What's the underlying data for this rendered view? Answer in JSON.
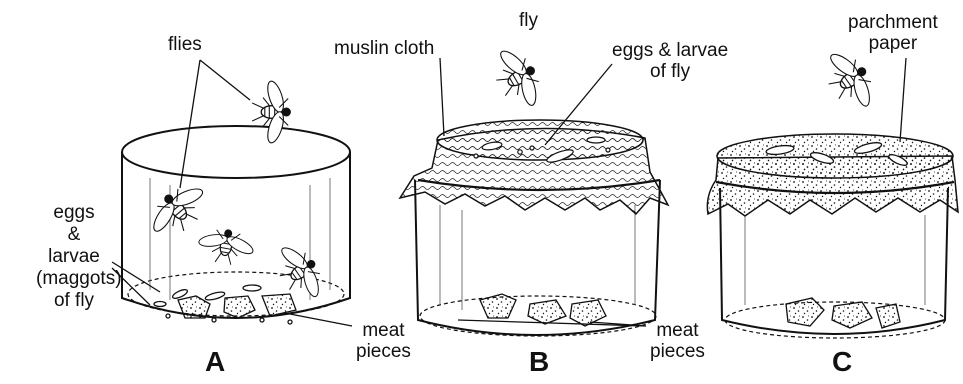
{
  "labels": {
    "flies": "flies",
    "fly": "fly",
    "muslin_cloth": "muslin cloth",
    "eggs_larvae_fly": [
      "eggs & larvae",
      "of fly"
    ],
    "parchment_paper": [
      "parchment",
      "paper"
    ],
    "eggs_larvae_maggots": [
      "eggs",
      "&",
      "larvae",
      "(maggots)",
      "of fly"
    ],
    "meat_pieces": [
      "meat",
      "pieces"
    ],
    "meat_pieces_2": [
      "meat",
      "pieces"
    ]
  },
  "captions": {
    "a": "A",
    "b": "B",
    "c": "C"
  },
  "colors": {
    "ink": "#111111",
    "background": "#ffffff"
  }
}
